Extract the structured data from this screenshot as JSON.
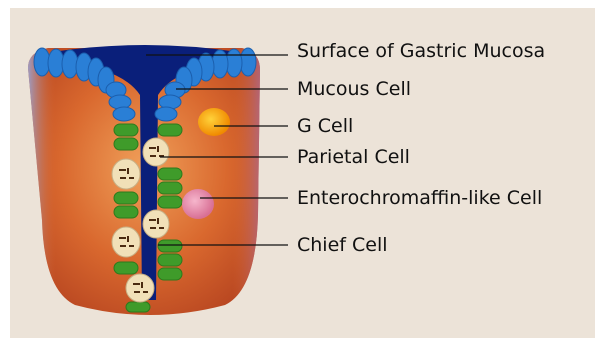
{
  "diagram": {
    "labels": {
      "surface": "Surface of Gastric Mucosa",
      "mucous": "Mucous Cell",
      "g_cell": "G Cell",
      "parietal": "Parietal Cell",
      "ecl": "Enterochromaffin-like Cell",
      "chief": "Chief Cell"
    },
    "colors": {
      "background": "#ece3d8",
      "tissue": "#d9682e",
      "lumen": "#0a1f7a",
      "mucous_cell": "#2a7fd6",
      "chief_cell": "#3f9b2a",
      "parietal_cell": "#f1e0b8",
      "g_cell": "#f7a600",
      "ecl_cell": "#e58aa8"
    }
  }
}
